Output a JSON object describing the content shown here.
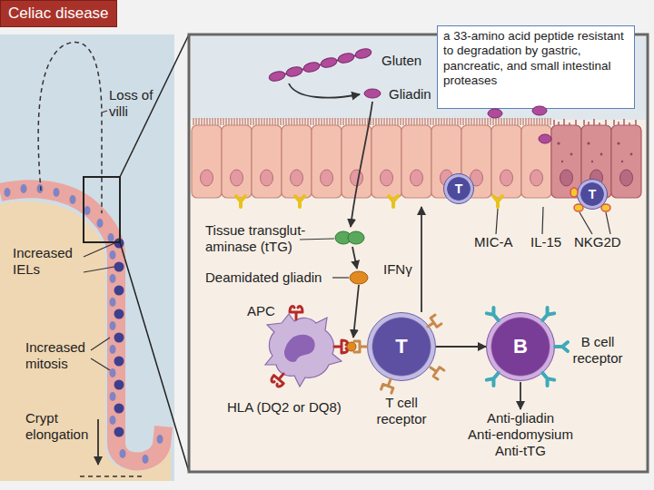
{
  "diagram": {
    "title": "Celiac disease",
    "nodes": [
      {
        "text": [
          "a 33-amino acid peptide resistant to degradation by gastric, pancreatic, and small intestinal proteases"
        ]
      },
      {
        "text": [
          "T"
        ]
      },
      {
        "text": [
          "T"
        ]
      },
      {
        "text": [
          "APC"
        ]
      },
      {
        "text": [
          "T"
        ]
      },
      {
        "text": [
          "B"
        ]
      }
    ],
    "edges": [
      {
        "from": 4,
        "to": 5,
        "arrow": "to"
      }
    ],
    "labels": [
      "Loss of villi",
      "Increased IELs",
      "Increased mitosis",
      "Crypt elongation",
      "Gluten",
      "Gliadin",
      "Tissue transglut- aminase (tTG)",
      "Deamidated gliadin",
      "IFNγ",
      "MIC-A",
      "IL-15",
      "NKG2D",
      "HLA (DQ2 or DQ8)",
      "T cell receptor",
      "B cell receptor",
      "Anti-gliadin",
      "Anti-endomysium",
      "Anti-tTG"
    ]
  }
}
